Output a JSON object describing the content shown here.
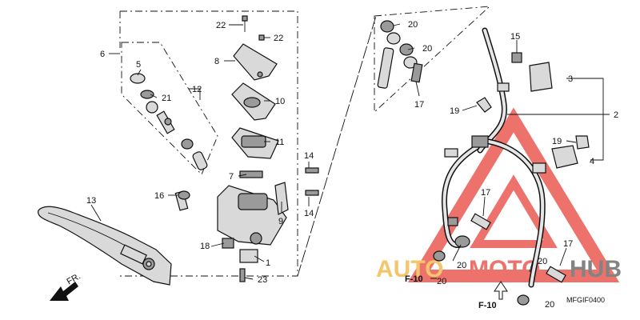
{
  "diagram_code": "MFGIF0400",
  "fr_label": "FR.",
  "ref_f10_a": "F-10",
  "ref_f10_b": "F-10",
  "watermark": {
    "text_auto": "AUTO",
    "text_moto": "MOTO",
    "text_hub": "HUB",
    "color_orange": "#f3b23a",
    "color_red": "#e8443c",
    "color_dark": "#5a5a5a"
  },
  "callouts": [
    {
      "id": "c1",
      "text": "1"
    },
    {
      "id": "c2",
      "text": "2"
    },
    {
      "id": "c3",
      "text": "3"
    },
    {
      "id": "c4",
      "text": "4"
    },
    {
      "id": "c5",
      "text": "5"
    },
    {
      "id": "c6",
      "text": "6"
    },
    {
      "id": "c7",
      "text": "7"
    },
    {
      "id": "c8",
      "text": "8"
    },
    {
      "id": "c9",
      "text": "9"
    },
    {
      "id": "c10",
      "text": "10"
    },
    {
      "id": "c11",
      "text": "11"
    },
    {
      "id": "c12",
      "text": "12"
    },
    {
      "id": "c13",
      "text": "13"
    },
    {
      "id": "c14a",
      "text": "14"
    },
    {
      "id": "c14b",
      "text": "14"
    },
    {
      "id": "c15",
      "text": "15"
    },
    {
      "id": "c16",
      "text": "16"
    },
    {
      "id": "c17a",
      "text": "17"
    },
    {
      "id": "c17b",
      "text": "17"
    },
    {
      "id": "c17c",
      "text": "17"
    },
    {
      "id": "c18",
      "text": "18"
    },
    {
      "id": "c19a",
      "text": "19"
    },
    {
      "id": "c19b",
      "text": "19"
    },
    {
      "id": "c20a",
      "text": "20"
    },
    {
      "id": "c20b",
      "text": "20"
    },
    {
      "id": "c20c",
      "text": "20"
    },
    {
      "id": "c20d",
      "text": "20"
    },
    {
      "id": "c20e",
      "text": "20"
    },
    {
      "id": "c20f",
      "text": "20"
    },
    {
      "id": "c21",
      "text": "21"
    },
    {
      "id": "c22a",
      "text": "22"
    },
    {
      "id": "c22b",
      "text": "22"
    },
    {
      "id": "c23",
      "text": "23"
    }
  ]
}
